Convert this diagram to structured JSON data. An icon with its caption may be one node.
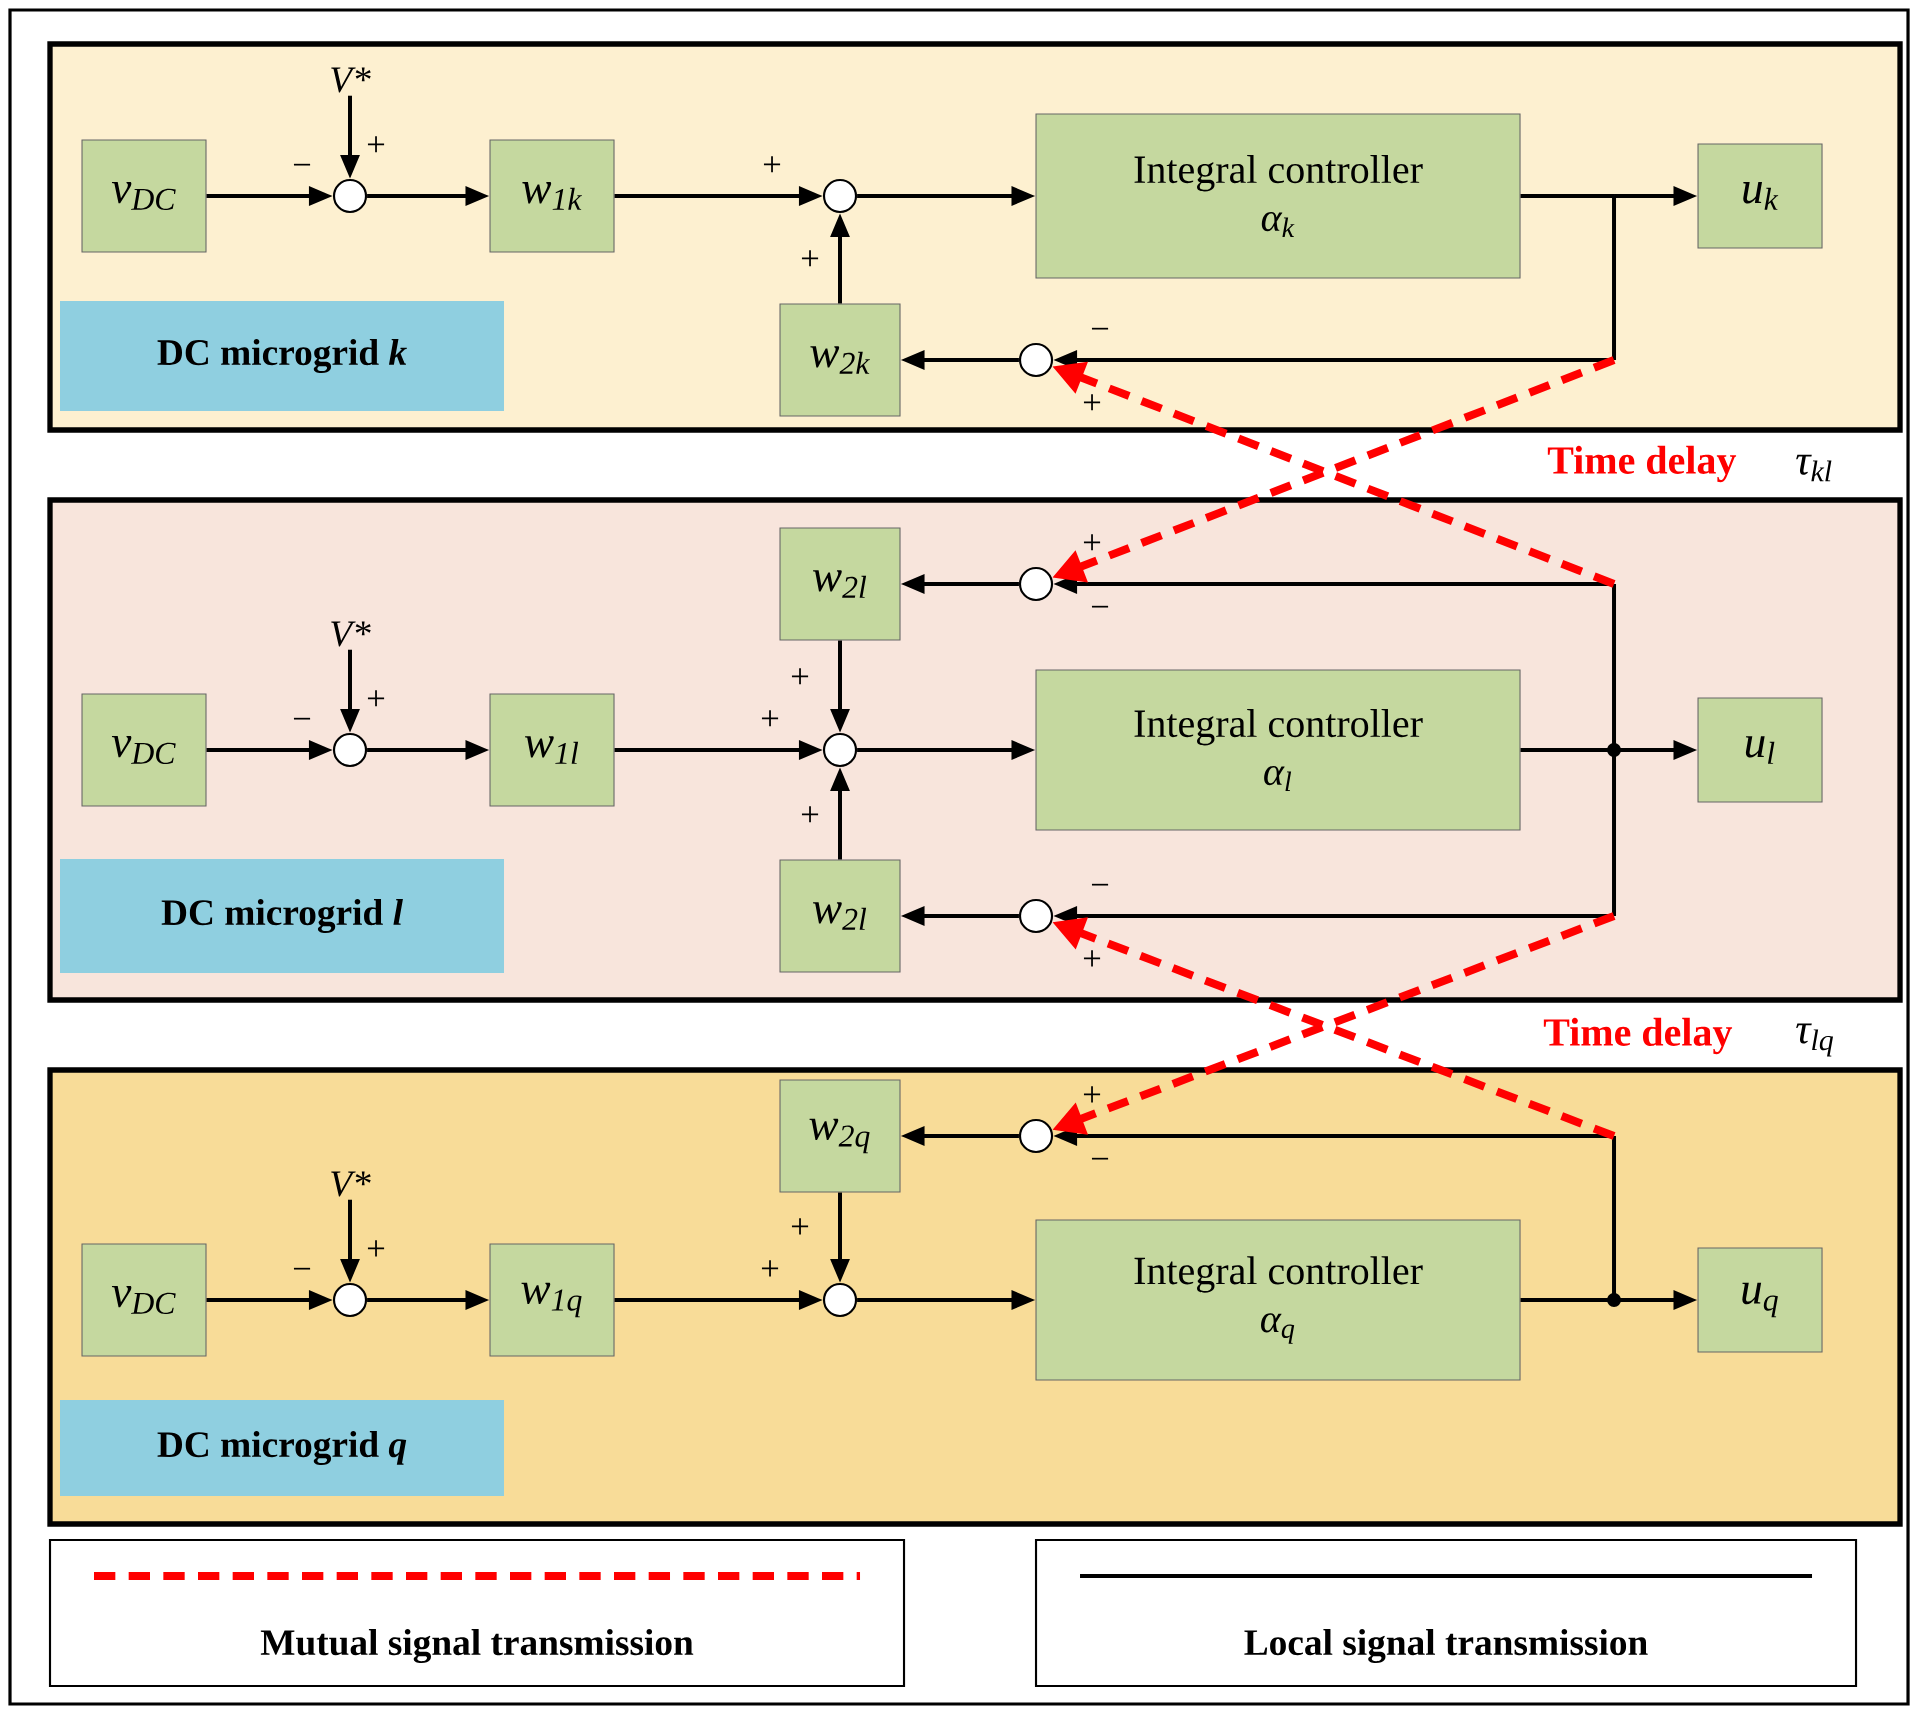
{
  "diagram": {
    "nodes": [
      {
        "text": [],
        "shape": "box"
      },
      {
        "text": [
          "DC microgrid *k*"
        ],
        "in": 0
      },
      {
        "text": [
          "v$_{DC}$"
        ],
        "in": 0
      },
      {
        "text": [
          "V*"
        ],
        "in": 0
      },
      {
        "text": [],
        "shape": "circle",
        "in": 0,
        "beside": [
          "−",
          "+"
        ]
      },
      {
        "text": [
          "w$_{1k}$"
        ],
        "in": 0
      },
      {
        "text": [],
        "shape": "circle",
        "in": 0,
        "beside": [
          "+",
          "+"
        ]
      },
      {
        "text": [
          "Integral controller",
          "α$_{k}$"
        ],
        "in": 0
      },
      {
        "text": [
          "u$_{k}$"
        ],
        "in": 0
      },
      {
        "text": [],
        "shape": "circle",
        "in": 0,
        "beside": [
          "−",
          "+"
        ]
      },
      {
        "text": [
          "w$_{2k}$"
        ],
        "in": 0
      },
      {
        "text": [],
        "shape": "box"
      },
      {
        "text": [
          "DC microgrid *l*"
        ],
        "in": 11
      },
      {
        "text": [
          "v$_{DC}$"
        ],
        "in": 11
      },
      {
        "text": [
          "V*"
        ],
        "in": 11
      },
      {
        "text": [],
        "shape": "circle",
        "in": 11,
        "beside": [
          "−",
          "+"
        ]
      },
      {
        "text": [
          "w$_{1l}$"
        ],
        "in": 11
      },
      {
        "text": [],
        "shape": "circle",
        "in": 11,
        "beside": [
          "+",
          "+",
          "+"
        ]
      },
      {
        "text": [
          "Integral controller",
          "α$_{l}$"
        ],
        "in": 11
      },
      {
        "text": [
          "u$_{l}$"
        ],
        "in": 11
      },
      {
        "text": [
          "w$_{2l}$"
        ],
        "in": 11
      },
      {
        "text": [],
        "shape": "circle",
        "in": 11,
        "beside": [
          "+",
          "−"
        ]
      },
      {
        "text": [
          "w$_{2l}$"
        ],
        "in": 11
      },
      {
        "text": [],
        "shape": "circle",
        "in": 11,
        "beside": [
          "−",
          "+"
        ]
      },
      {
        "text": [],
        "shape": "box"
      },
      {
        "text": [
          "DC microgrid *q*"
        ],
        "in": 24
      },
      {
        "text": [
          "v$_{DC}$"
        ],
        "in": 24
      },
      {
        "text": [
          "V*"
        ],
        "in": 24
      },
      {
        "text": [],
        "shape": "circle",
        "in": 24,
        "beside": [
          "−",
          "+"
        ]
      },
      {
        "text": [
          "w$_{1q}$"
        ],
        "in": 24
      },
      {
        "text": [],
        "shape": "circle",
        "in": 24,
        "beside": [
          "+",
          "+"
        ]
      },
      {
        "text": [
          "Integral controller",
          "α$_{q}$"
        ],
        "in": 24
      },
      {
        "text": [
          "u$_{q}$"
        ],
        "in": 24
      },
      {
        "text": [
          "w$_{2q}$"
        ],
        "in": 24
      },
      {
        "text": [],
        "shape": "circle",
        "in": 24,
        "beside": [
          "+",
          "−"
        ]
      }
    ],
    "edges": [
      {
        "from": 2,
        "to": 4,
        "arrow": "to"
      },
      {
        "from": 3,
        "to": 4,
        "arrow": "to"
      },
      {
        "from": 4,
        "to": 5,
        "arrow": "to"
      },
      {
        "from": 5,
        "to": 6,
        "arrow": "to"
      },
      {
        "from": 6,
        "to": 7,
        "arrow": "to"
      },
      {
        "from": 7,
        "to": 8,
        "arrow": "to"
      },
      {
        "from": 7,
        "to": 9,
        "arrow": "to"
      },
      {
        "from": 9,
        "to": 10,
        "arrow": "to"
      },
      {
        "from": 10,
        "to": 6,
        "arrow": "to"
      },
      {
        "from": 13,
        "to": 15,
        "arrow": "to"
      },
      {
        "from": 14,
        "to": 15,
        "arrow": "to"
      },
      {
        "from": 15,
        "to": 16,
        "arrow": "to"
      },
      {
        "from": 16,
        "to": 17,
        "arrow": "to"
      },
      {
        "from": 17,
        "to": 18,
        "arrow": "to"
      },
      {
        "from": 18,
        "to": 19,
        "arrow": "to"
      },
      {
        "from": 18,
        "to": 21,
        "arrow": "to"
      },
      {
        "from": 18,
        "to": 23,
        "arrow": "to"
      },
      {
        "from": 21,
        "to": 20,
        "arrow": "to"
      },
      {
        "from": 23,
        "to": 22,
        "arrow": "to"
      },
      {
        "from": 20,
        "to": 17,
        "arrow": "to"
      },
      {
        "from": 22,
        "to": 17,
        "arrow": "to"
      },
      {
        "from": 26,
        "to": 28,
        "arrow": "to"
      },
      {
        "from": 27,
        "to": 28,
        "arrow": "to"
      },
      {
        "from": 28,
        "to": 29,
        "arrow": "to"
      },
      {
        "from": 29,
        "to": 30,
        "arrow": "to"
      },
      {
        "from": 30,
        "to": 31,
        "arrow": "to"
      },
      {
        "from": 31,
        "to": 32,
        "arrow": "to"
      },
      {
        "from": 31,
        "to": 34,
        "arrow": "to"
      },
      {
        "from": 34,
        "to": 33,
        "arrow": "to"
      },
      {
        "from": 33,
        "to": 30,
        "arrow": "to"
      },
      {
        "from": 7,
        "to": 21,
        "arrow": "to",
        "style": "dashed",
        "color": "#ff0000"
      },
      {
        "from": 18,
        "to": 9,
        "arrow": "to",
        "style": "dashed",
        "color": "#ff0000"
      },
      {
        "from": 18,
        "to": 34,
        "arrow": "to",
        "style": "dashed",
        "color": "#ff0000"
      },
      {
        "from": 31,
        "to": 23,
        "arrow": "to",
        "style": "dashed",
        "color": "#ff0000"
      }
    ],
    "labels": [
      "Time delay",
      "τ$_{kl}$",
      "Time delay",
      "τ$_{lq}$"
    ],
    "legend": [
      {
        "text": "Mutual signal transmission"
      },
      {
        "text": "Local signal transmission"
      }
    ]
  }
}
